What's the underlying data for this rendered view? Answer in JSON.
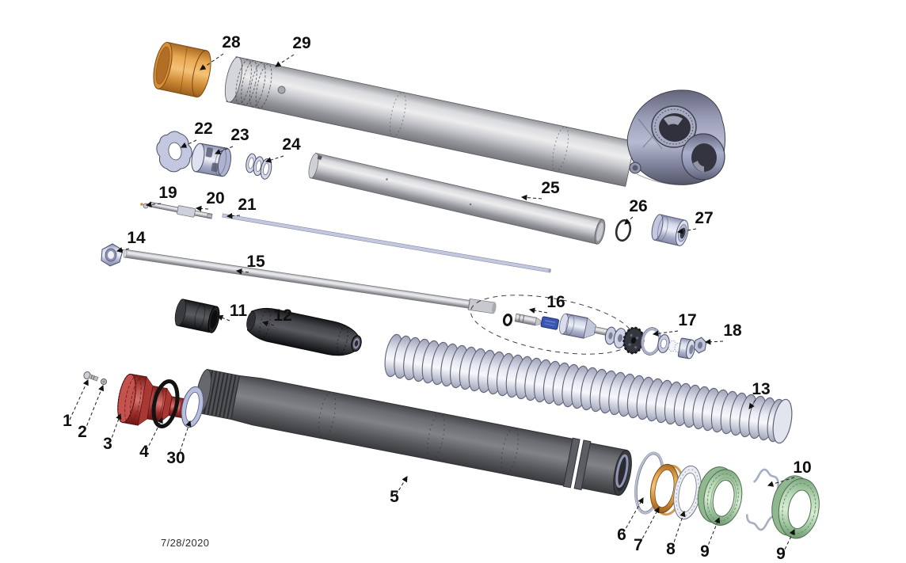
{
  "diagram": {
    "date": "7/28/2020",
    "callouts": {
      "c1": "1",
      "c2": "2",
      "c3": "3",
      "c4": "4",
      "c5": "5",
      "c6": "6",
      "c7": "7",
      "c8": "8",
      "c9": "9",
      "c10": "10",
      "c11": "11",
      "c12": "12",
      "c13": "13",
      "c14": "14",
      "c15": "15",
      "c16": "16",
      "c17": "17",
      "c18": "18",
      "c19": "19",
      "c20": "20",
      "c21": "21",
      "c22": "22",
      "c23": "23",
      "c24": "24",
      "c25": "25",
      "c26": "26",
      "c27": "27",
      "c28": "28",
      "c29": "29",
      "c30": "30"
    },
    "colors": {
      "bushing_orange": "#E2A04E",
      "adjuster_red": "#B5403C",
      "seal_green": "#AFCFAF",
      "hardware_lavender": "#B9BFDB",
      "tube_steel": "#C6C8CE",
      "slider_dark_gray": "#5A5B5F",
      "rubber_black": "#2A2B2F",
      "valve_blue": "#3B55B2",
      "line_black": "#1A1A1A"
    }
  }
}
